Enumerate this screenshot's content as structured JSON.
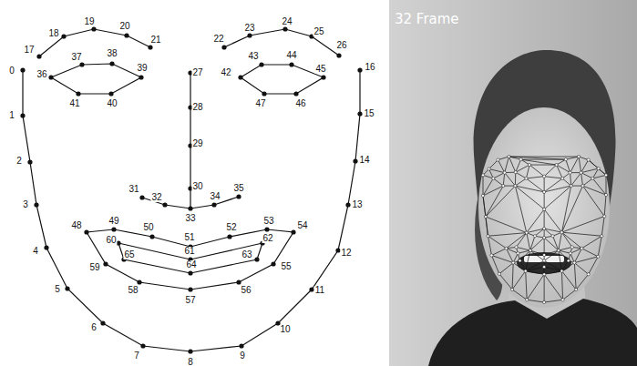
{
  "diagram": {
    "labels": [
      "0",
      "1",
      "2",
      "3",
      "4",
      "5",
      "6",
      "7",
      "8",
      "9",
      "10",
      "11",
      "12",
      "13",
      "14",
      "15",
      "16",
      "17",
      "18",
      "19",
      "20",
      "21",
      "22",
      "23",
      "24",
      "25",
      "26",
      "27",
      "28",
      "29",
      "30",
      "31",
      "32",
      "33",
      "34",
      "35",
      "36",
      "37",
      "38",
      "39",
      "40",
      "41",
      "42",
      "43",
      "44",
      "45",
      "46",
      "47",
      "48",
      "49",
      "50",
      "51",
      "52",
      "53",
      "54",
      "55",
      "56",
      "57",
      "58",
      "59",
      "60",
      "61",
      "62",
      "63",
      "64",
      "65",
      "32 Frame"
    ]
  }
}
